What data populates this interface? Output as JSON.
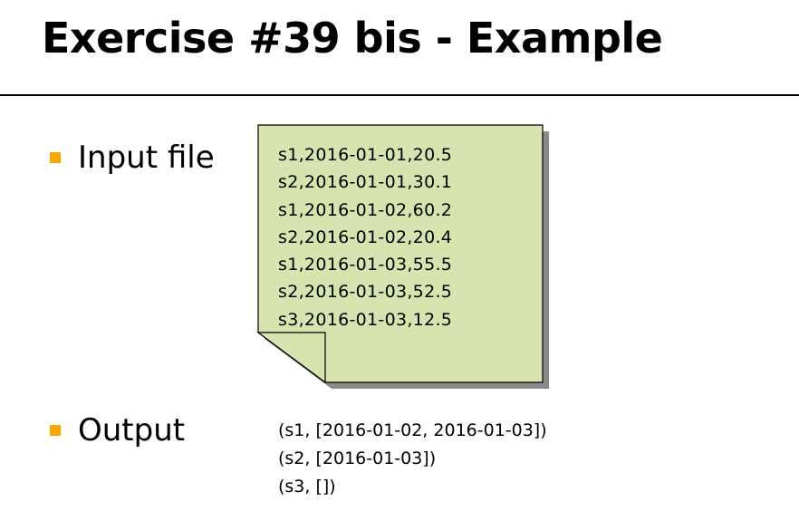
{
  "slide": {
    "title": "Exercise #39 bis - Example"
  },
  "bullets": {
    "input_label": "Input file",
    "output_label": "Output"
  },
  "input_file": {
    "lines": [
      "s1,2016-01-01,20.5",
      "s2,2016-01-01,30.1",
      "s1,2016-01-02,60.2",
      "s2,2016-01-02,20.4",
      "s1,2016-01-03,55.5",
      "s2,2016-01-03,52.5",
      "s3,2016-01-03,12.5"
    ]
  },
  "output": {
    "lines": [
      "(s1, [2016-01-02, 2016-01-03])",
      "(s2, [2016-01-03])",
      "(s3, [])"
    ]
  },
  "colors": {
    "bullet": "#f5a800",
    "note_fill": "#d7e4b0",
    "note_shadow": "#8a8a8a",
    "note_border": "#000000"
  }
}
